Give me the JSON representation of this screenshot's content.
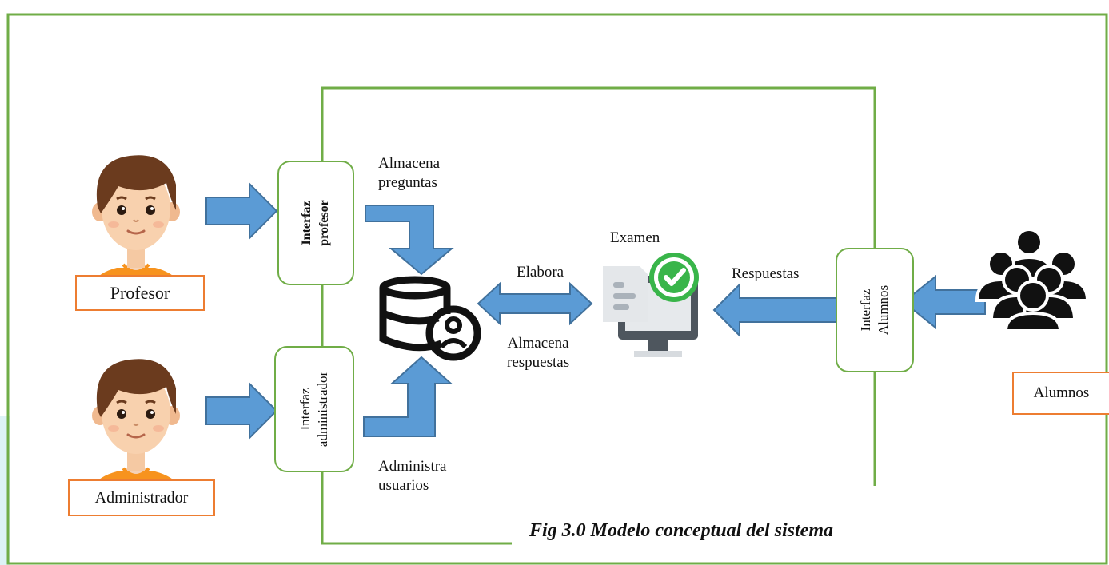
{
  "diagram": {
    "actors": {
      "profesor": "Profesor",
      "administrador": "Administrador",
      "alumnos": "Alumnos"
    },
    "interfaces": {
      "profesor": [
        "Interfaz",
        "profesor"
      ],
      "administrador": [
        "Interfaz",
        "administrador"
      ],
      "alumnos": [
        "Interfaz",
        "Alumnos"
      ]
    },
    "flows": {
      "almacena_preguntas": [
        "Almacena",
        "preguntas"
      ],
      "administra_usuarios": [
        "Administra",
        "usuarios"
      ],
      "elabora": "Elabora",
      "almacena_respuestas": [
        "Almacena",
        "respuestas"
      ],
      "respuestas": "Respuestas"
    },
    "exam_label": "Examen",
    "caption": "Fig 3.0 Modelo conceptual del sistema"
  },
  "colors": {
    "frame_border": "#70ad47",
    "arrow_fill": "#5b9bd5",
    "arrow_stroke": "#41719c",
    "actor_box_border": "#ed7d31",
    "check_green": "#39b54a",
    "left_accent": "#ddf3f6"
  },
  "icons": [
    "person-icon",
    "database-user-icon",
    "exam-monitor-check-icon",
    "group-icon"
  ]
}
